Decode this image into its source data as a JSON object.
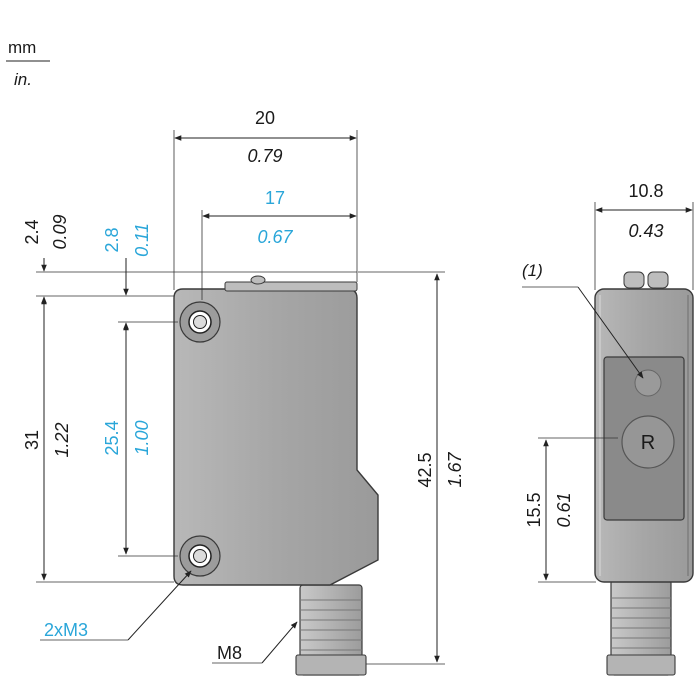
{
  "units": {
    "primary": "mm",
    "secondary": "in."
  },
  "colors": {
    "body_gray": "#a9a9a9",
    "body_gray_dark": "#8e8e8e",
    "window_gray": "#8a8a8a",
    "outline": "#3a3a3a",
    "dimension_black": "#1a1a1a",
    "dimension_blue": "#2aa6d9"
  },
  "front_view": {
    "width": {
      "mm": "20",
      "in": "0.79"
    },
    "hole_spacing_horizontal": {
      "mm": "17",
      "in": "0.67"
    },
    "top_offset": {
      "mm": "2.4",
      "in": "0.09"
    },
    "hole_offset": {
      "mm": "2.8",
      "in": "0.11"
    },
    "body_height": {
      "mm": "31",
      "in": "1.22"
    },
    "hole_spacing_vertical": {
      "mm": "25.4",
      "in": "1.00"
    },
    "overall_height": {
      "mm": "42.5",
      "in": "1.67"
    },
    "holes_label": "2xM3",
    "connector_label": "M8"
  },
  "side_view": {
    "width": {
      "mm": "10.8",
      "in": "0.43"
    },
    "lens_height": {
      "mm": "15.5",
      "in": "0.61"
    },
    "note_marker": "(1)",
    "receiver_label": "R"
  }
}
